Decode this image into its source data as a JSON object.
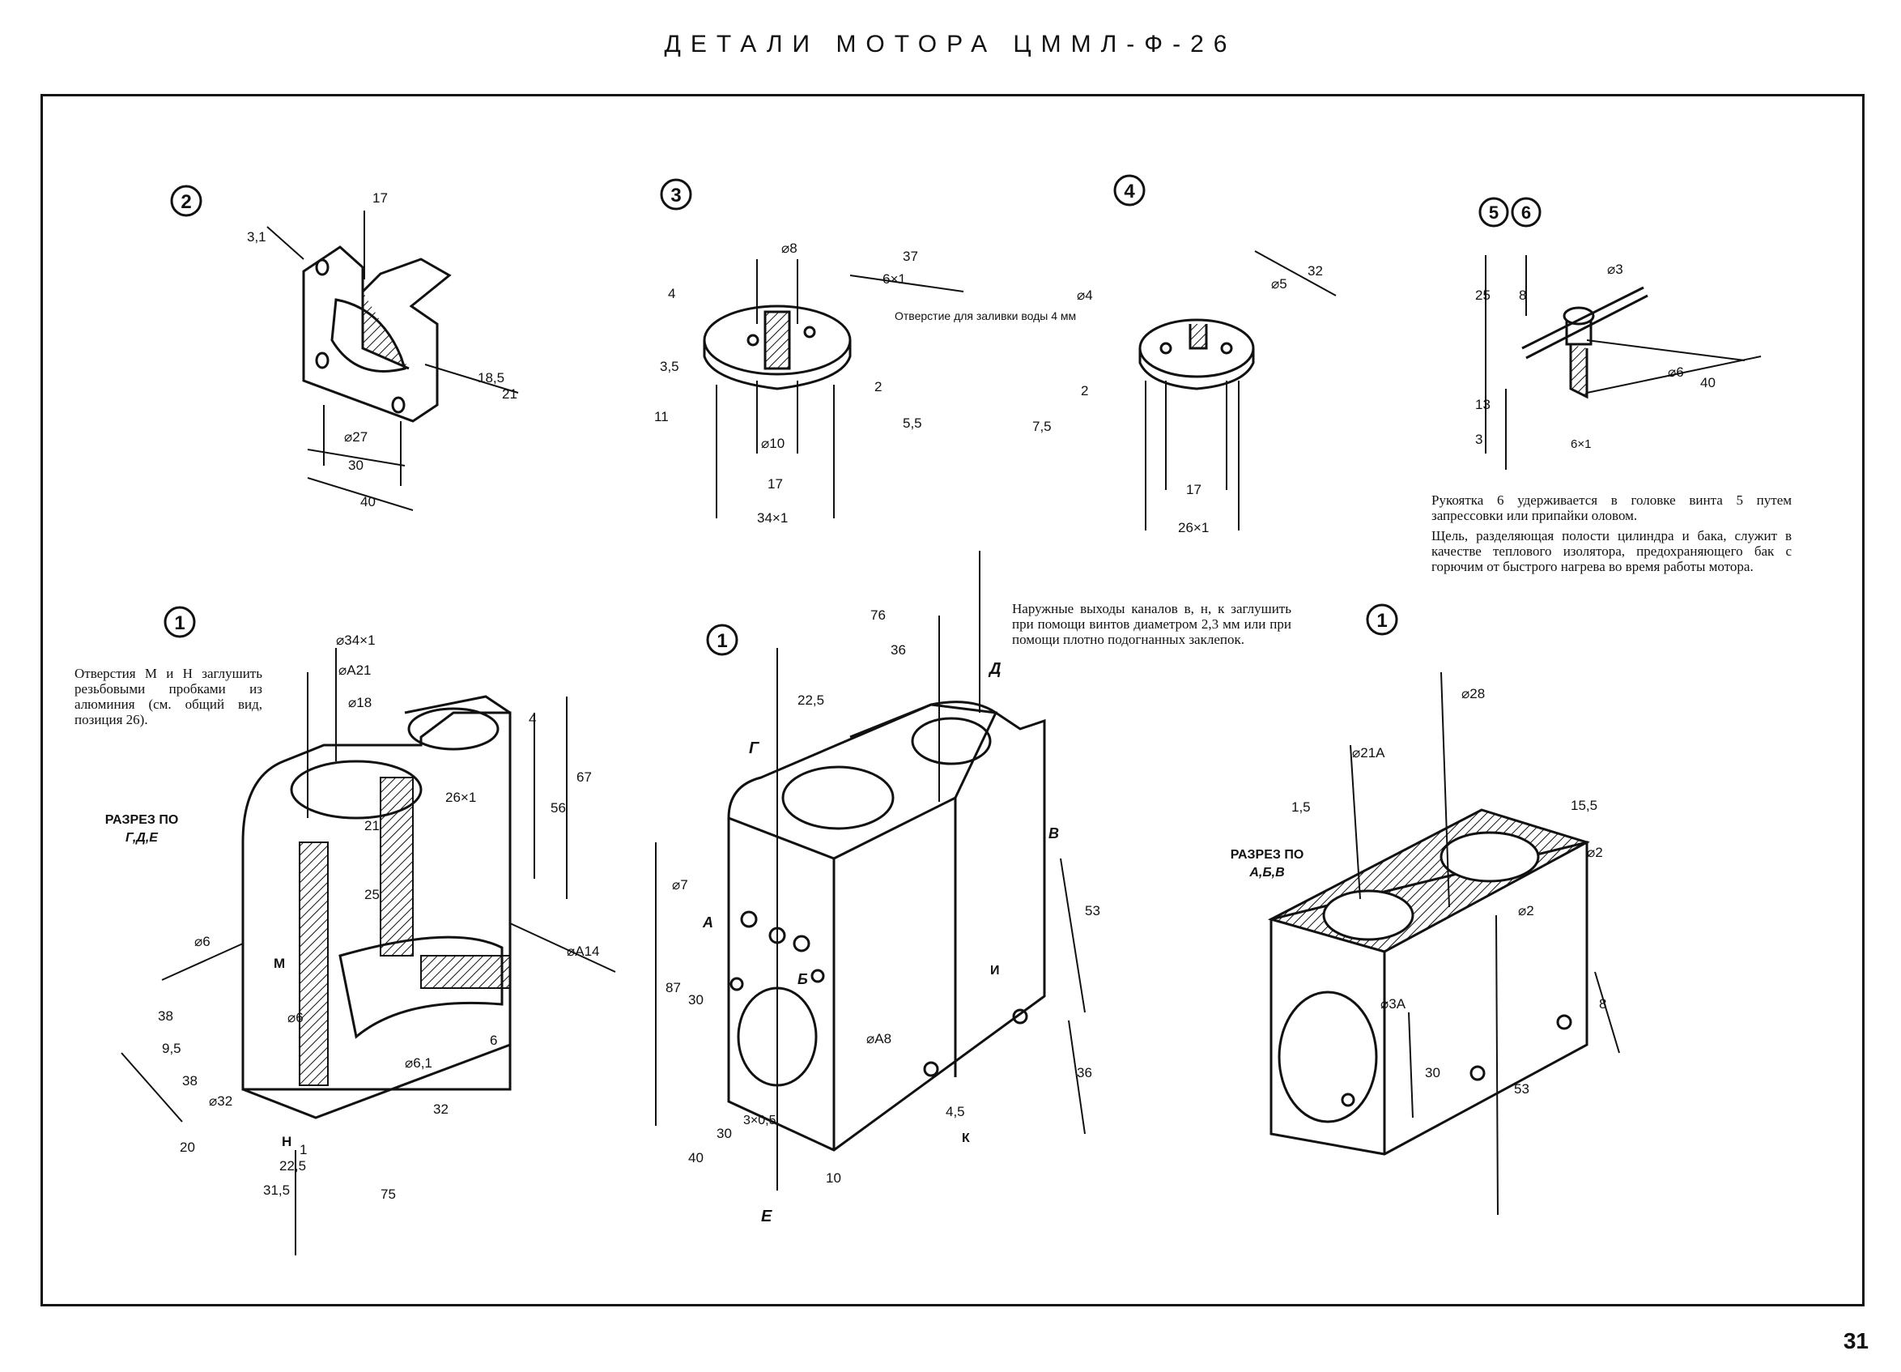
{
  "page_title": "ДЕТАЛИ МОТОРА ЦММЛ-Ф-26",
  "page_number": "31",
  "part_numbers": {
    "p2": "2",
    "p3": "3",
    "p4": "4",
    "p5": "5",
    "p6": "6",
    "p1a": "1",
    "p1b": "1",
    "p1c": "1"
  },
  "notes": {
    "holes_plug": "Отверстия М и Н заглушить резьбовыми пробками из алюминия (см. общий вид, позиция 26).",
    "channel_exits": "Наружные выходы каналов в, н, к заглушить при помощи винтов диаметром 2,3 мм или при помощи плотно подогнанных заклепок.",
    "handle": "Рукоятка 6 удерживается в головке винта 5 путем запрессовки или припайки оловом.",
    "slot": "Щель, разделяющая полости цилиндра и бака, служит в качестве теплового изолятора, предохраняющего бак с горючим от быстрого нагрева во время работы мотора."
  },
  "sections": {
    "left": {
      "label": "РАЗРЕЗ ПО",
      "planes": "Г,Д,Е"
    },
    "right": {
      "label": "РАЗРЕЗ ПО",
      "planes": "А,Б,В"
    }
  },
  "callouts": {
    "water_hole": "Отверстие для заливки воды 4 мм"
  },
  "dimensions": {
    "p2": [
      "3,1",
      "17",
      "18,5",
      "21",
      "⌀27",
      "30",
      "40"
    ],
    "p3": [
      "⌀8",
      "37",
      "6×1",
      "4",
      "3,5",
      "11",
      "2",
      "5,5",
      "⌀10",
      "17",
      "34×1"
    ],
    "p4": [
      "⌀4",
      "⌀5",
      "32",
      "2",
      "7,5",
      "17",
      "26×1"
    ],
    "p56": [
      "⌀3",
      "25",
      "8",
      "13",
      "3",
      "⌀6",
      "40",
      "6×1"
    ],
    "p1_section": [
      "⌀34×1",
      "⌀A21",
      "⌀18",
      "4",
      "26×1",
      "67",
      "56",
      "21",
      "25",
      "⌀A14",
      "⌀6",
      "⌀6",
      "38",
      "9,5",
      "38",
      "⌀32",
      "20",
      "⌀6,1",
      "6",
      "32",
      "1",
      "22,5",
      "31,5",
      "75"
    ],
    "p1_main": [
      "76",
      "36",
      "22,5",
      "⌀7",
      "87",
      "30",
      "3×0,5",
      "30",
      "40",
      "10",
      "⌀A8",
      "53",
      "36",
      "4,5"
    ],
    "p1_right": [
      "⌀28",
      "⌀21A",
      "1,5",
      "15,5",
      "⌀2",
      "⌀2",
      "⌀3A",
      "30",
      "53",
      "8"
    ]
  },
  "letters": {
    "G": "Г",
    "D": "Д",
    "E": "Е",
    "V": "В",
    "A": "А",
    "B": "Б",
    "I": "И",
    "K": "К",
    "M": "М",
    "N": "Н"
  }
}
